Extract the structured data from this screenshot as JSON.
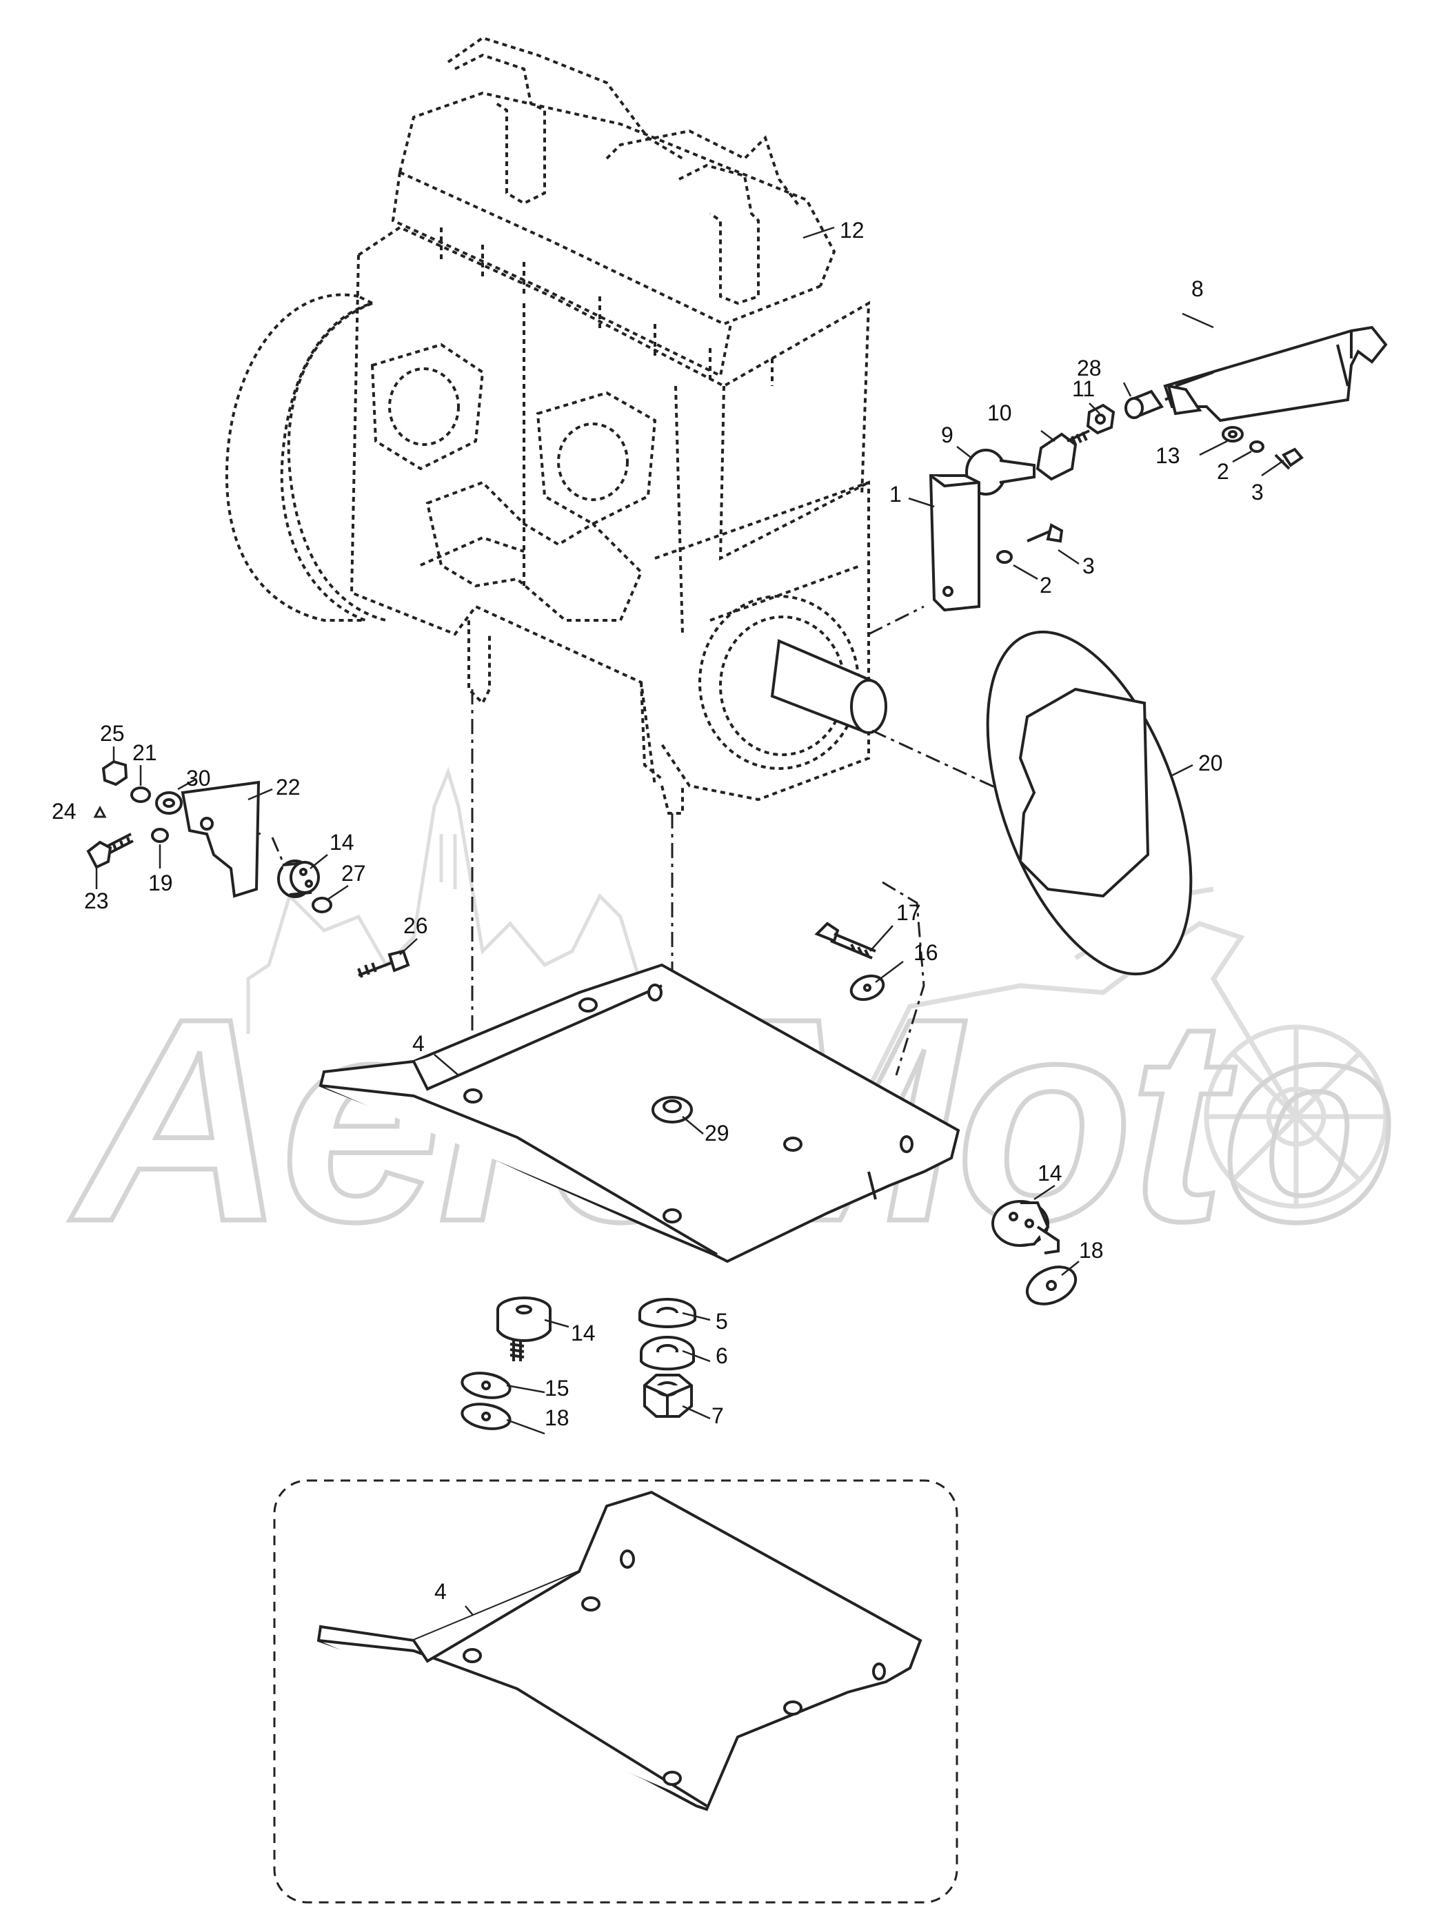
{
  "diagram": {
    "watermark_text": "AeroMoto",
    "callouts": [
      {
        "id": "c12",
        "text": "12"
      },
      {
        "id": "c8",
        "text": "8"
      },
      {
        "id": "c28",
        "text": "28"
      },
      {
        "id": "c11",
        "text": "11"
      },
      {
        "id": "c10",
        "text": "10"
      },
      {
        "id": "c9",
        "text": "9"
      },
      {
        "id": "c13",
        "text": "13"
      },
      {
        "id": "c2a",
        "text": "2"
      },
      {
        "id": "c3a",
        "text": "3"
      },
      {
        "id": "c1",
        "text": "1"
      },
      {
        "id": "c3b",
        "text": "3"
      },
      {
        "id": "c2b",
        "text": "2"
      },
      {
        "id": "c20",
        "text": "20"
      },
      {
        "id": "c25",
        "text": "25"
      },
      {
        "id": "c21",
        "text": "21"
      },
      {
        "id": "c30",
        "text": "30"
      },
      {
        "id": "c22",
        "text": "22"
      },
      {
        "id": "c24",
        "text": "24"
      },
      {
        "id": "c14a",
        "text": "14"
      },
      {
        "id": "c27",
        "text": "27"
      },
      {
        "id": "c23",
        "text": "23"
      },
      {
        "id": "c19",
        "text": "19"
      },
      {
        "id": "c26",
        "text": "26"
      },
      {
        "id": "c17",
        "text": "17"
      },
      {
        "id": "c16",
        "text": "16"
      },
      {
        "id": "c4a",
        "text": "4"
      },
      {
        "id": "c29",
        "text": "29"
      },
      {
        "id": "c14b",
        "text": "14"
      },
      {
        "id": "c18a",
        "text": "18"
      },
      {
        "id": "c14c",
        "text": "14"
      },
      {
        "id": "c5",
        "text": "5"
      },
      {
        "id": "c6",
        "text": "6"
      },
      {
        "id": "c15",
        "text": "15"
      },
      {
        "id": "c18b",
        "text": "18"
      },
      {
        "id": "c7",
        "text": "7"
      },
      {
        "id": "c4b",
        "text": "4"
      }
    ]
  }
}
